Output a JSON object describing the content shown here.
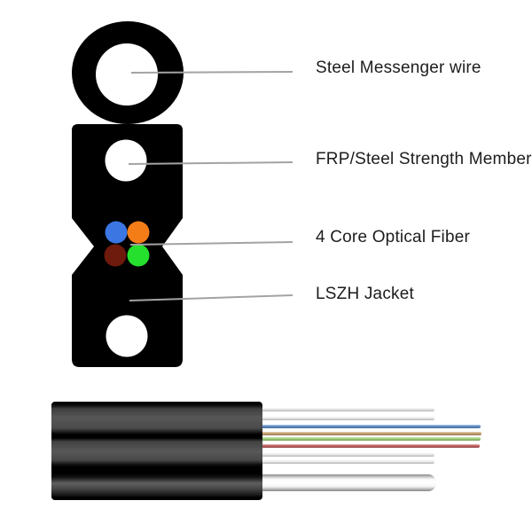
{
  "page": {
    "background": "#ffffff",
    "text_color": "#1d1d1d"
  },
  "diagram": {
    "body_color": "#000000",
    "leader_line_color": "#a3a3a3",
    "labels": [
      {
        "id": "steel-messenger-wire",
        "text": "Steel Messenger wire"
      },
      {
        "id": "frp-steel-strength-member",
        "text": "FRP/Steel Strength Member"
      },
      {
        "id": "four-core-optical-fiber",
        "text": "4 Core Optical Fiber"
      },
      {
        "id": "lszh-jacket",
        "text": "LSZH Jacket"
      }
    ],
    "fiber_cores": [
      {
        "position": "top-left",
        "name": "blue",
        "color": "#3b76e3"
      },
      {
        "position": "top-right",
        "name": "orange",
        "color": "#f57d17"
      },
      {
        "position": "bottom-left",
        "name": "maroon",
        "color": "#6e1a0c"
      },
      {
        "position": "bottom-right",
        "name": "green",
        "color": "#25e02c"
      }
    ]
  },
  "photo": {
    "jacket_color": "#4f4f4f",
    "strength_wire_color": "#e8e8e8",
    "buffer_tube_color": "#f2f2f2",
    "fiber_strands": [
      {
        "name": "blue",
        "color": "#5d8ec7"
      },
      {
        "name": "tan",
        "color": "#c9a06e"
      },
      {
        "name": "green",
        "color": "#9ed077"
      },
      {
        "name": "red",
        "color": "#c2605f"
      }
    ]
  }
}
